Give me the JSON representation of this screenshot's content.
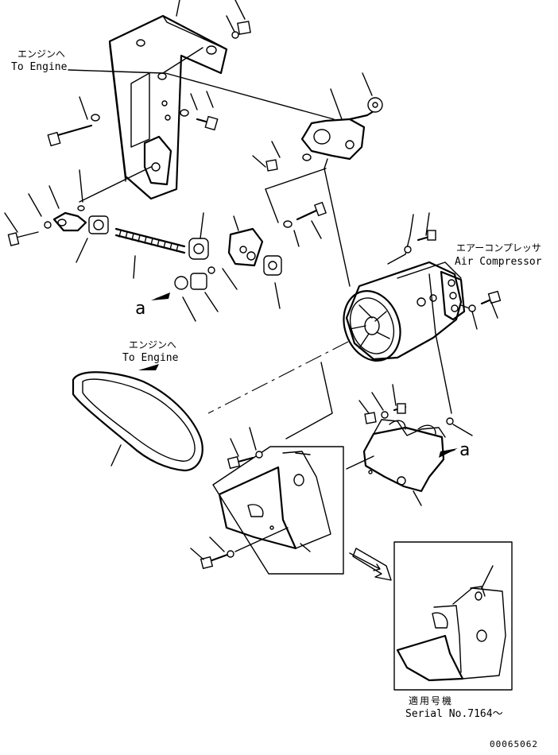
{
  "labels": {
    "to_engine_top_jp": "エンジンへ",
    "to_engine_top_en": "To Engine",
    "air_compressor_jp": "エアーコンプレッサ",
    "air_compressor_en": "Air Compressor",
    "to_engine_belt_jp": "エンジンへ",
    "to_engine_belt_en": "To Engine",
    "ref_a_left": "a",
    "ref_a_right": "a",
    "serial_jp": "適用号機",
    "serial_en": "Serial No.7164～",
    "drawing_number": "00065062"
  }
}
